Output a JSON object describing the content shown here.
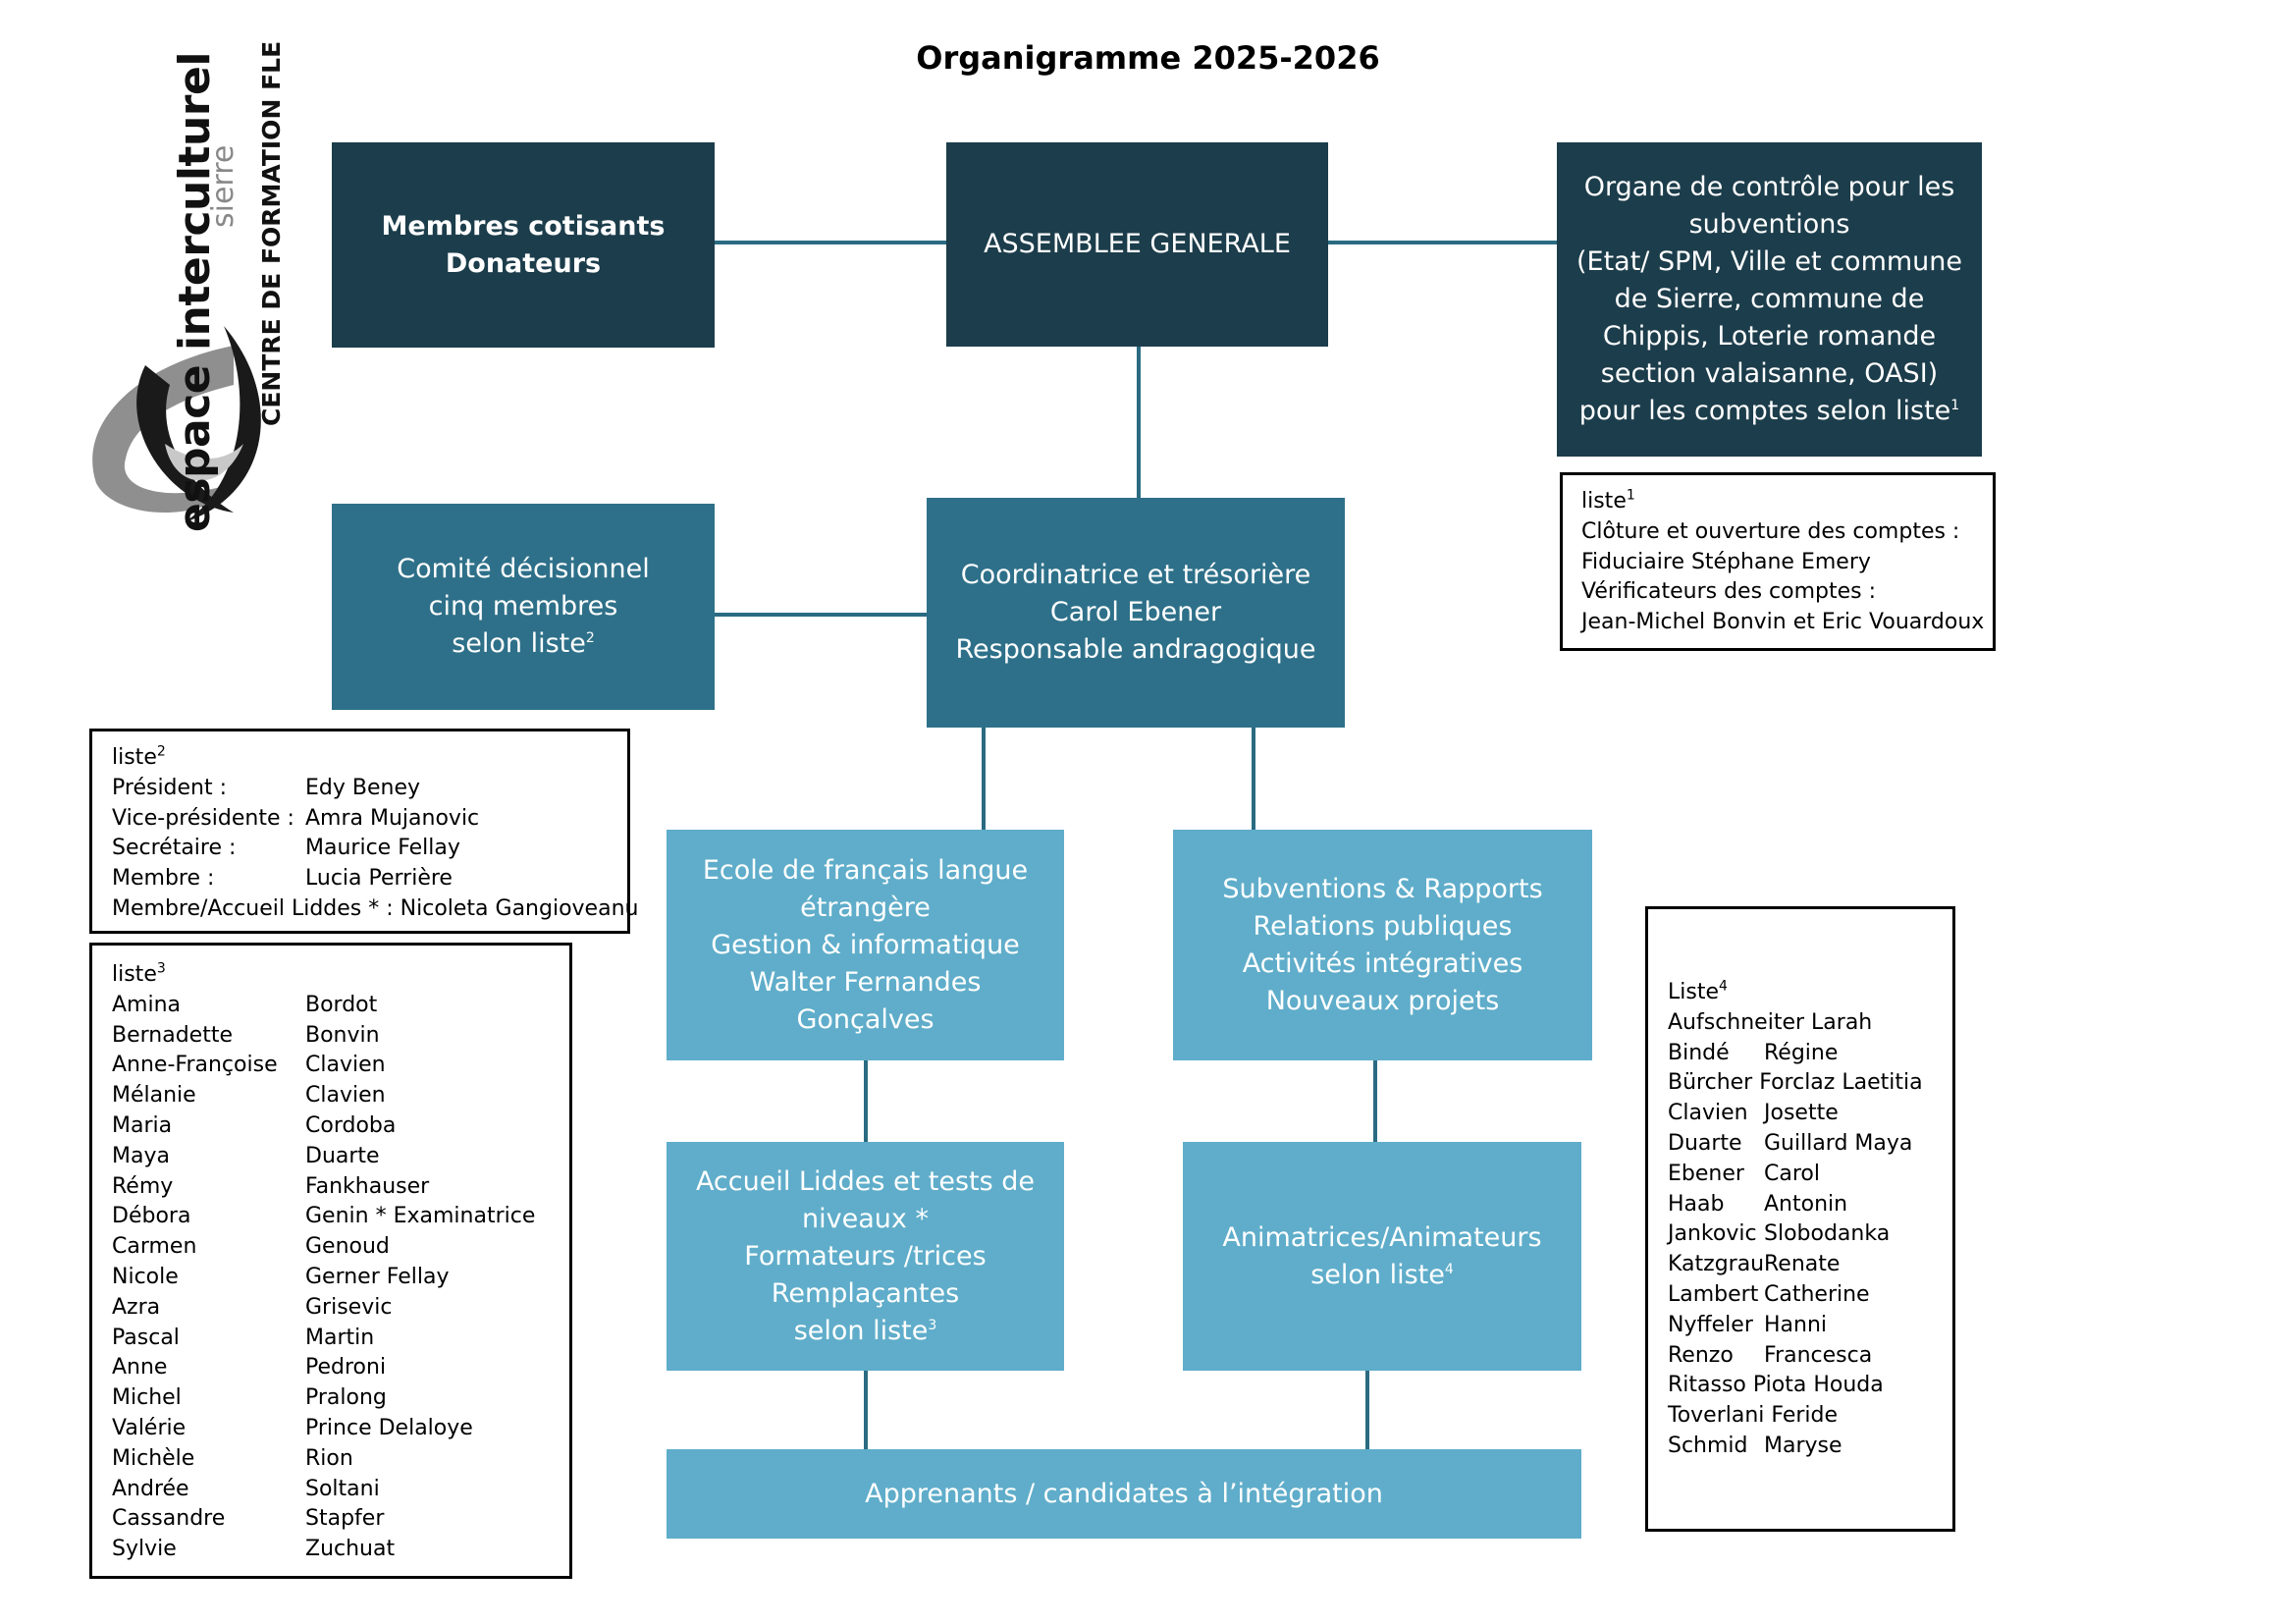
{
  "title": "Organigramme 2025-2026",
  "logo": {
    "name_line": "espace interculturel",
    "city": "sierre",
    "subtitle": "CENTRE DE FORMATION FLE"
  },
  "nodes": {
    "membres": [
      "Membres cotisants",
      "Donateurs"
    ],
    "assemblee": [
      "ASSEMBLEE GENERALE"
    ],
    "organe": [
      "Organe de contrôle pour les",
      "subventions",
      "(Etat/ SPM, Ville et commune",
      "de Sierre, commune de",
      "Chippis, Loterie romande",
      "section valaisanne, OASI)",
      "pour les comptes selon liste"
    ],
    "organe_sup": "1",
    "comite": [
      "Comité décisionnel",
      "cinq membres",
      "selon liste"
    ],
    "comite_sup": "2",
    "coordinatrice": [
      "Coordinatrice et trésorière",
      "Carol Ebener",
      "Responsable andragogique"
    ],
    "ecole": [
      "Ecole de français langue",
      "étrangère",
      "Gestion & informatique",
      "Walter Fernandes Gonçalves"
    ],
    "subventions": [
      "Subventions & Rapports",
      "Relations publiques",
      "Activités intégratives",
      "Nouveaux projets"
    ],
    "accueil": [
      "Accueil Liddes et tests de",
      "niveaux *",
      "Formateurs /trices",
      "Remplaçantes",
      "selon liste"
    ],
    "accueil_sup": "3",
    "animatrices": [
      "Animatrices/Animateurs",
      "selon liste"
    ],
    "animatrices_sup": "4",
    "apprenants": [
      "Apprenants / candidates à l’intégration"
    ]
  },
  "liste1": {
    "heading": "liste",
    "sup": "1",
    "lines": [
      "Clôture et ouverture des comptes :",
      "Fiduciaire Stéphane Emery",
      "Vérificateurs des comptes :",
      "Jean-Michel Bonvin et Eric Vouardoux"
    ]
  },
  "liste2": {
    "heading": "liste",
    "sup": "2",
    "rows": [
      {
        "role": "Président :",
        "name": "Edy Beney"
      },
      {
        "role": "Vice-présidente :",
        "name": "Amra Mujanovic"
      },
      {
        "role": "Secrétaire :",
        "name": "Maurice Fellay"
      },
      {
        "role": "Membre :",
        "name": "Lucia Perrière"
      }
    ],
    "last_line": "Membre/Accueil Liddes * : Nicoleta Gangioveanu"
  },
  "liste3": {
    "heading": "liste",
    "sup": "3",
    "rows": [
      {
        "first": "Amina",
        "last": "Bordot"
      },
      {
        "first": "Bernadette",
        "last": "Bonvin"
      },
      {
        "first": "Anne-Françoise",
        "last": "Clavien"
      },
      {
        "first": "Mélanie",
        "last": "Clavien"
      },
      {
        "first": "Maria",
        "last": "Cordoba"
      },
      {
        "first": "Maya",
        "last": "Duarte"
      },
      {
        "first": "Rémy",
        "last": "Fankhauser"
      },
      {
        "first": "Débora",
        "last": "Genin * Examinatrice"
      },
      {
        "first": "Carmen",
        "last": "Genoud"
      },
      {
        "first": "Nicole",
        "last": "Gerner Fellay"
      },
      {
        "first": "Azra",
        "last": "Grisevic"
      },
      {
        "first": "Pascal",
        "last": "Martin"
      },
      {
        "first": "Anne",
        "last": "Pedroni"
      },
      {
        "first": "Michel",
        "last": "Pralong"
      },
      {
        "first": "Valérie",
        "last": "Prince Delaloye"
      },
      {
        "first": "Michèle",
        "last": "Rion"
      },
      {
        "first": "Andrée",
        "last": "Soltani"
      },
      {
        "first": "Cassandre",
        "last": "Stapfer"
      },
      {
        "first": "Sylvie",
        "last": "Zuchuat"
      }
    ]
  },
  "liste4": {
    "heading": "Liste",
    "sup": "4",
    "rows": [
      {
        "a": "Aufschneiter Larah",
        "b": ""
      },
      {
        "a": "Bindé",
        "b": "Régine"
      },
      {
        "a": "Bürcher Forclaz Laetitia",
        "b": ""
      },
      {
        "a": "Clavien",
        "b": "Josette"
      },
      {
        "a": "Duarte",
        "b": "Guillard Maya"
      },
      {
        "a": "Ebener",
        "b": "Carol"
      },
      {
        "a": "Haab",
        "b": "Antonin"
      },
      {
        "a": "Jankovic",
        "b": "Slobodanka"
      },
      {
        "a": "Katzgrau",
        "b": "Renate"
      },
      {
        "a": "Lambert",
        "b": "Catherine"
      },
      {
        "a": "Nyffeler",
        "b": "Hanni"
      },
      {
        "a": "Renzo",
        "b": "Francesca"
      },
      {
        "a": "Ritasso Piota Houda",
        "b": ""
      },
      {
        "a": "Toverlani Feride",
        "b": ""
      },
      {
        "a": "Schmid",
        "b": "Maryse"
      }
    ]
  }
}
